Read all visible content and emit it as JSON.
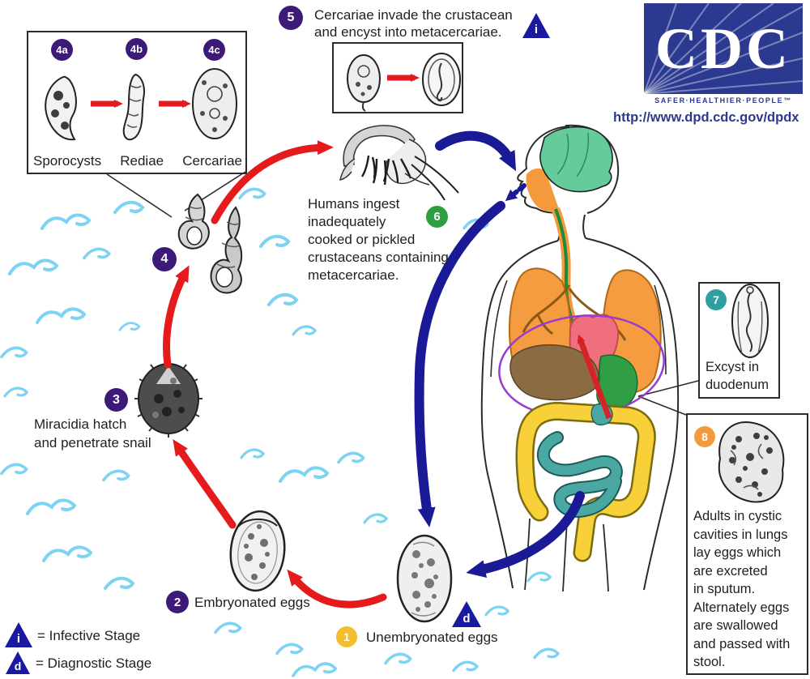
{
  "logo": {
    "acronym": "CDC",
    "tagline": "SAFER·HEALTHIER·PEOPLE™",
    "url": "http://www.dpd.cdc.gov/dpdx"
  },
  "stage_box": {
    "items": [
      {
        "num": "4a",
        "label": "Sporocysts"
      },
      {
        "num": "4b",
        "label": "Rediae"
      },
      {
        "num": "4c",
        "label": "Cercariae"
      }
    ]
  },
  "steps": {
    "s1": {
      "num": "1",
      "label": "Unembryonated eggs"
    },
    "s2": {
      "num": "2",
      "label": "Embryonated eggs"
    },
    "s3": {
      "num": "3",
      "label": "Miracidia hatch\nand penetrate snail"
    },
    "s4": {
      "num": "4"
    },
    "s5": {
      "num": "5",
      "label": "Cercariae invade the crustacean\nand encyst into metacercariae."
    },
    "s6": {
      "num": "6",
      "label": "Humans ingest\ninadequately\ncooked or pickled\ncrustaceans containing\nmetacercariae."
    },
    "s7": {
      "num": "7",
      "label": "Excyst in\nduodenum"
    },
    "s8": {
      "num": "8",
      "label": "Adults in cystic\ncavities in lungs\nlay eggs which\nare excreted\nin sputum.\nAlternately eggs\nare swallowed\nand passed with\nstool."
    }
  },
  "markers": {
    "infective_symbol": "i",
    "diagnostic_symbol": "d"
  },
  "legend": {
    "infective": "= Infective Stage",
    "diagnostic": "= Diagnostic Stage"
  },
  "colors": {
    "step_purple": "#3D1A78",
    "step_green": "#2F9E41",
    "step_teal": "#2FA0A0",
    "step_orange": "#F29A3E",
    "step_yellow": "#F2BE30",
    "arrow_red": "#E51A1C",
    "arrow_navy": "#1A1A96",
    "wave_blue": "#7ED2F2",
    "cdc_blue": "#2B3990"
  }
}
